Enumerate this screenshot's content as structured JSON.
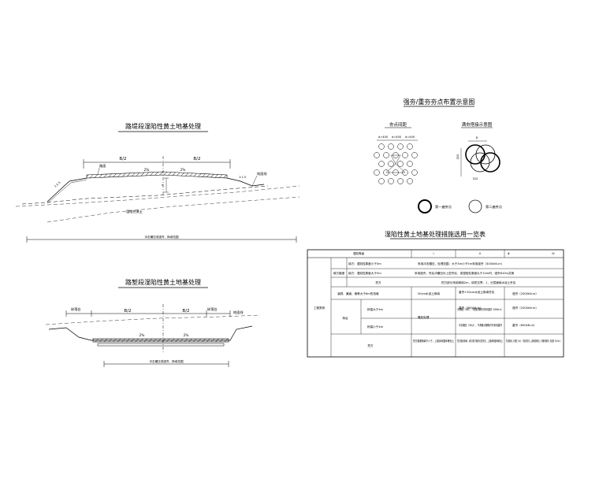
{
  "left_top": {
    "title": "路堤段湿陷性黄土地基处理",
    "half_width_left": "B/2",
    "half_width_right": "B/2",
    "slope_pct_left": "2%",
    "slope_pct_right": "2%",
    "slope_ratio_left": "1:1.5",
    "slope_ratio_right": "1:1.5",
    "pavement_label": "路面",
    "ground_line_label": "地面线",
    "soil_label": "湿陷性黄土",
    "range_label": "冲击碾压或强夯、换填范围"
  },
  "left_bottom": {
    "title": "路堑段湿陷性黄土地基处理",
    "half_width_left": "B/2",
    "half_width_right": "B/2",
    "slope_pct_left": "2%",
    "slope_pct_right": "2%",
    "platform_left": "碎落台",
    "platform_right": "碎落台",
    "ground_line_label": "地面线",
    "range_label": "冲击碾压或强夯、换填范围"
  },
  "right_top": {
    "title": "强夯/重夯夯点布置示意图",
    "spacing_title": "夯点间距",
    "overlap_title": "满夯搭接示意图",
    "dim1": "d=400",
    "dim2": "d=400",
    "dim3": "d=400",
    "dim_d": "D",
    "dim_d2_a": "D/2",
    "dim_d2_b": "D/2",
    "legend_first": "第一遍夯点",
    "legend_second": "第二遍夯点"
  },
  "table": {
    "title": "湿陷性黄土地基处理措施选用一览表",
    "header": [
      "湿陷等级",
      "Ⅰ",
      "Ⅱ",
      "Ⅲ",
      "Ⅳ"
    ],
    "group_main": "工程类别",
    "group_fill": "填方路堤",
    "rows": {
      "r1_label": "填方：湿陷性厚度小于5m",
      "r1_text": "采用冲击碾压，处理范围：大于3m小于5m采用强夯（3000kN.m）",
      "r2_label": "填方：湿陷性厚度大于5m",
      "r2_text": "采用强夯，夯后冲碾压补上层夯实，或湿陷性厚度大于10m时，强夯810m并换",
      "r3_label": "挖方",
      "r3_text": "挖方部分采用换填2m，填挖交界：1，分层铺填水泥土夯实",
      "r4_label": "涵洞、通道、墙等大于6m的挡墙",
      "r4_c2": "50cm水泥土换填",
      "r4_c3": "重夯+50cm水泥土换填夯实",
      "r4_c4": "强夯（2000kN.m）",
      "r5_label": "桥台",
      "r5a_label": "桥高大于4m",
      "r5b_label": "桥高小于4m",
      "r5_c1": "碾压处理",
      "r5a_c2": "冲击碾压（30kJ），不具备冲碾条件时采用重夯（600kN.m）",
      "r5a_c3": "重夯（600kN.m）",
      "r5a_c4": "强夯（2000kN.m）",
      "r5b_c3": "冲击碾压（30kJ），不具备冲碾条件时采用重夯",
      "r5b_c4": "重夯（600kN.m）",
      "r6_label": "挖方",
      "r6_c1": "挖方路基换填不少于，上路床和整体硬化土",
      "r6_c2": "挖方路床换填，填方路下路床分层夯实，上路床和整体硬化土",
      "r6_c3": "挖方路床换填，冲击碾压（30kJ），下路床分层夯实，上路床和整体硬化土，不具备冲碾条件时，采用重夯（300 kN.m）"
    }
  }
}
